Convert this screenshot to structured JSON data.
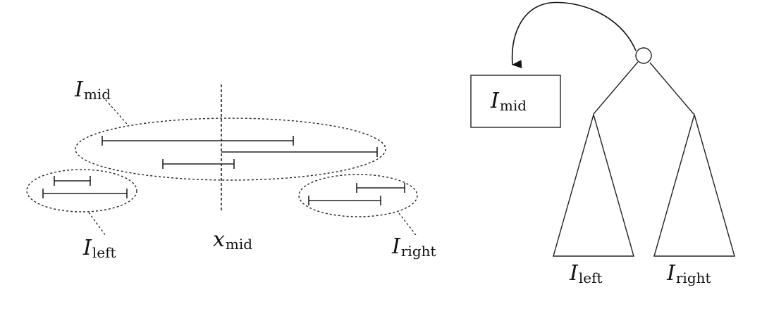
{
  "left_panel": {
    "mid_set_label": {
      "main": "I",
      "sub": "mid"
    },
    "left_set_label": {
      "main": "I",
      "sub": "left"
    },
    "right_set_label": {
      "main": "I",
      "sub": "right"
    },
    "split_label": {
      "main": "x",
      "sub": "mid"
    }
  },
  "right_panel": {
    "mid_box_label": {
      "main": "I",
      "sub": "mid"
    },
    "left_subtree_label": {
      "main": "I",
      "sub": "left"
    },
    "right_subtree_label": {
      "main": "I",
      "sub": "right"
    }
  }
}
